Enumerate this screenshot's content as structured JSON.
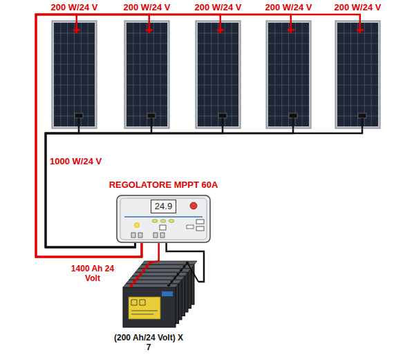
{
  "diagram": {
    "nodes": [
      {
        "text": [
          "200 W/24 V"
        ]
      },
      {
        "text": [
          "200 W/24 V"
        ]
      },
      {
        "text": [
          "200 W/24 V"
        ]
      },
      {
        "text": [
          "200 W/24 V"
        ]
      },
      {
        "text": [
          "200 W/24 V"
        ]
      },
      {
        "text": [
          "REGOLATORE MPPT 60A"
        ]
      },
      {
        "text": [
          "24.9"
        ],
        "in": 5
      },
      {
        "text": [
          "(200 Ah/24 Volt) X 7"
        ]
      }
    ],
    "edges": [
      {
        "from": 0,
        "to": 5,
        "arrow": "none",
        "label": "1000 W/24 V"
      },
      {
        "from": 1,
        "to": 5,
        "arrow": "none"
      },
      {
        "from": 2,
        "to": 5,
        "arrow": "none"
      },
      {
        "from": 3,
        "to": 5,
        "arrow": "none"
      },
      {
        "from": 4,
        "to": 5,
        "arrow": "none"
      },
      {
        "from": 5,
        "to": 7,
        "arrow": "none",
        "label": "1400 Ah 24 Volt"
      }
    ]
  }
}
